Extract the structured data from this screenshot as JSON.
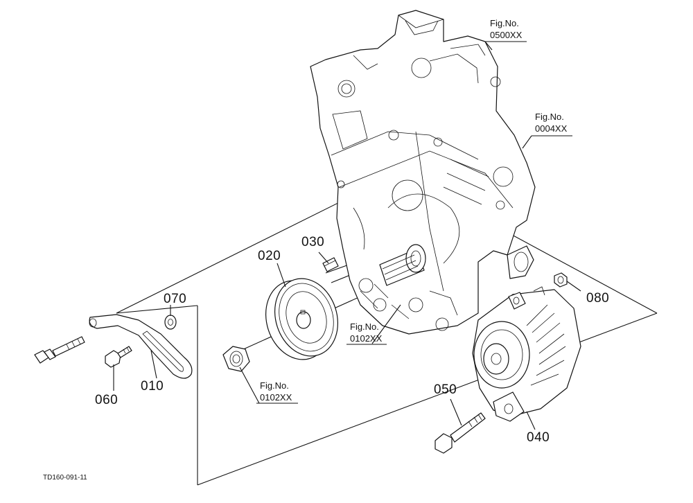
{
  "diagram_code": "TD160-091-11",
  "part_labels": {
    "p010": "010",
    "p020": "020",
    "p030": "030",
    "p040": "040",
    "p050": "050",
    "p060": "060",
    "p070": "070",
    "p080": "080"
  },
  "figure_refs": [
    {
      "title": "Fig.No.",
      "number": "0500XX"
    },
    {
      "title": "Fig.No.",
      "number": "0004XX"
    },
    {
      "title": "Fig.No.",
      "number": "0102XX"
    },
    {
      "title": "Fig.No.",
      "number": "0102XX"
    }
  ]
}
